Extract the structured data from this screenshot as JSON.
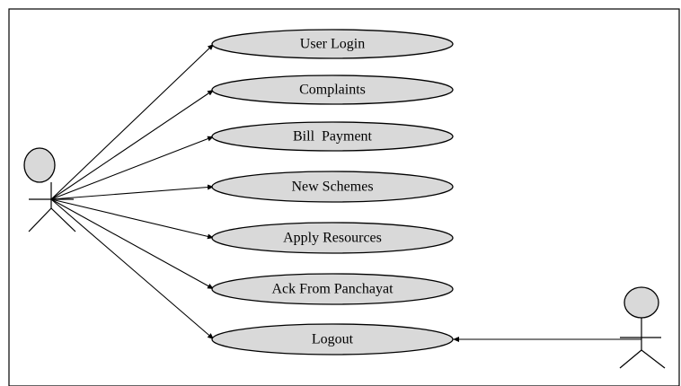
{
  "diagram": {
    "type": "use-case",
    "ellipse_fill": "#d9d9d9",
    "actor_head_fill": "#d9d9d9",
    "line_color": "#000000",
    "use_cases": [
      {
        "id": "uc1",
        "label": "User Login"
      },
      {
        "id": "uc2",
        "label": "Complaints"
      },
      {
        "id": "uc3",
        "label": "Bill  Payment"
      },
      {
        "id": "uc4",
        "label": "New Schemes"
      },
      {
        "id": "uc5",
        "label": "Apply Resources"
      },
      {
        "id": "uc6",
        "label": "Ack From Panchayat"
      },
      {
        "id": "uc7",
        "label": "Logout"
      }
    ],
    "actors": [
      {
        "id": "actor-left",
        "label": ""
      },
      {
        "id": "actor-right",
        "label": ""
      }
    ],
    "associations": [
      {
        "from": "actor-left",
        "to": "uc1",
        "arrow": "to"
      },
      {
        "from": "actor-left",
        "to": "uc2",
        "arrow": "to"
      },
      {
        "from": "actor-left",
        "to": "uc3",
        "arrow": "to"
      },
      {
        "from": "actor-left",
        "to": "uc4",
        "arrow": "to"
      },
      {
        "from": "actor-left",
        "to": "uc5",
        "arrow": "to"
      },
      {
        "from": "actor-left",
        "to": "uc6",
        "arrow": "to"
      },
      {
        "from": "actor-left",
        "to": "uc7",
        "arrow": "to"
      },
      {
        "from": "actor-right",
        "to": "uc7",
        "arrow": "to"
      }
    ]
  }
}
